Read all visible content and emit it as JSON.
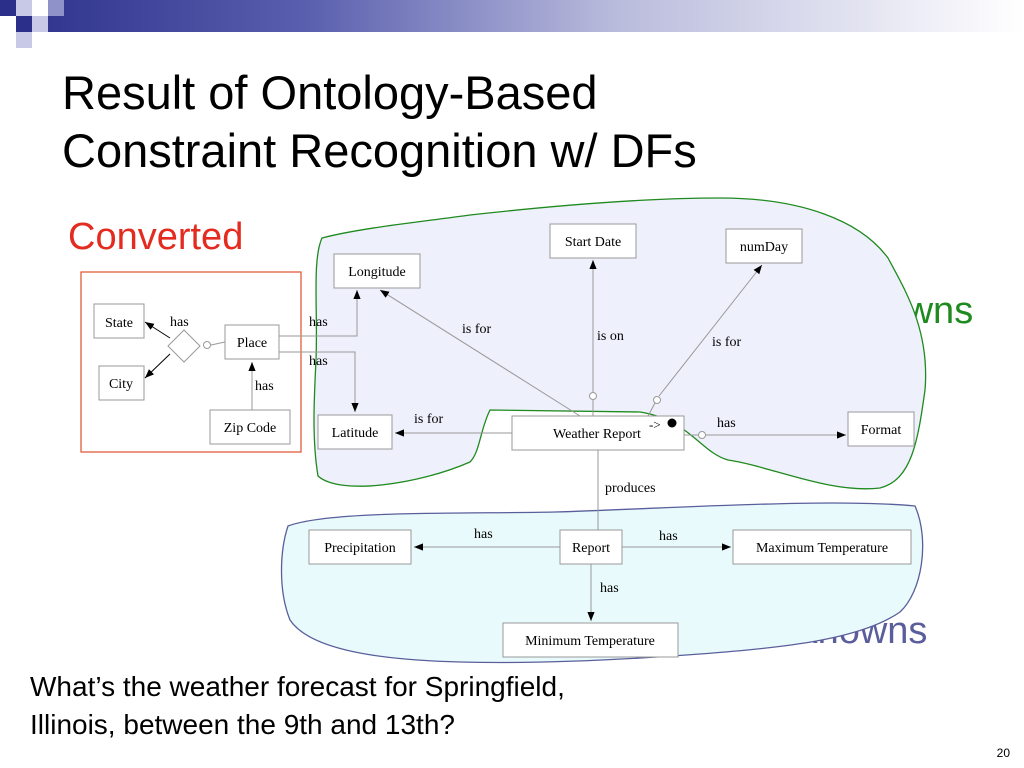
{
  "slide": {
    "title_lines": [
      "Result of Ontology-Based",
      "Constraint Recognition w/ DFs"
    ],
    "converted_label": "Converted",
    "knowns_label": "Knowns",
    "unknowns_label": "Unknowns",
    "question_lines": [
      "What’s the weather forecast for Springfield,",
      "Illinois, between the 9th and 13th?"
    ],
    "page_number": "20",
    "colors": {
      "converted": "#e32b1f",
      "knowns": "#1f8a1f",
      "unknowns": "#5a5f9c",
      "bar_dark": "#2b2f8a"
    }
  },
  "diagram": {
    "nodes": {
      "state": "State",
      "city": "City",
      "place": "Place",
      "zip_code": "Zip Code",
      "longitude": "Longitude",
      "latitude": "Latitude",
      "start_date": "Start Date",
      "num_day": "numDay",
      "weather_report": "Weather Report",
      "format": "Format",
      "precipitation": "Precipitation",
      "report": "Report",
      "maximum_temperature": "Maximum Temperature",
      "minimum_temperature": "Minimum Temperature"
    },
    "edges": {
      "place_has_state_city": "has",
      "zip_has_place": "has",
      "place_has_longitude": "has",
      "place_has_latitude": "has",
      "wr_is_for_longitude": "is for",
      "wr_is_on_start_date": "is on",
      "wr_is_for_numday": "is for",
      "wr_is_for_latitude": "is for",
      "wr_has_format": "has",
      "wr_produces_report": "produces",
      "report_has_precipitation": "has",
      "report_has_max_temp": "has",
      "report_has_min_temp": "has",
      "fd_marker": "->"
    }
  }
}
